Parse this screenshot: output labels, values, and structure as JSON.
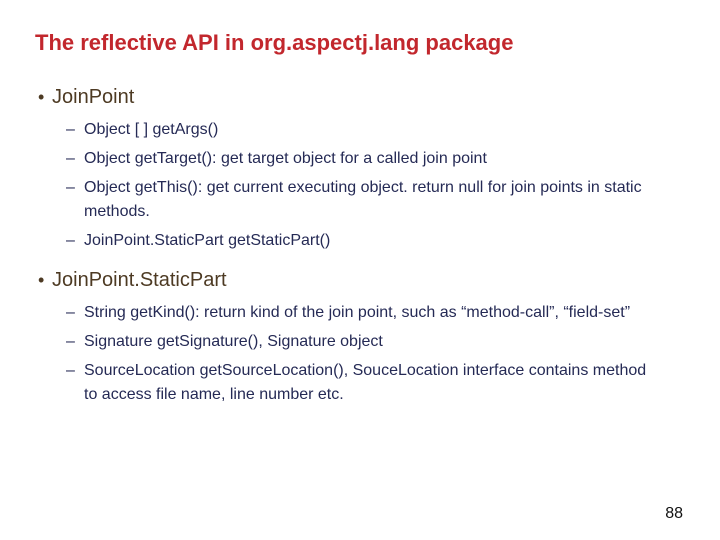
{
  "slide": {
    "title": "The reflective API in org.aspectj.lang package",
    "bullet_glyph": "•",
    "dash_glyph": "–",
    "page_number": "88",
    "colors": {
      "title": "#c2272d",
      "section_heading": "#4d3a23",
      "body_text": "#252a55",
      "page_number": "#111111",
      "background": "#ffffff"
    },
    "sections": [
      {
        "heading": "JoinPoint",
        "items": [
          "Object [ ] getArgs()",
          "Object getTarget(): get target object for a called join point",
          "Object getThis(): get current executing object. return null for join points in static methods.",
          "JoinPoint.StaticPart getStaticPart()"
        ]
      },
      {
        "heading": "JoinPoint.StaticPart",
        "items": [
          "String getKind(): return kind of the join point, such as “method-call”, “field-set”",
          "Signature getSignature(), Signature object",
          "SourceLocation getSourceLocation(), SouceLocation interface contains method to access file name, line number etc."
        ]
      }
    ]
  }
}
